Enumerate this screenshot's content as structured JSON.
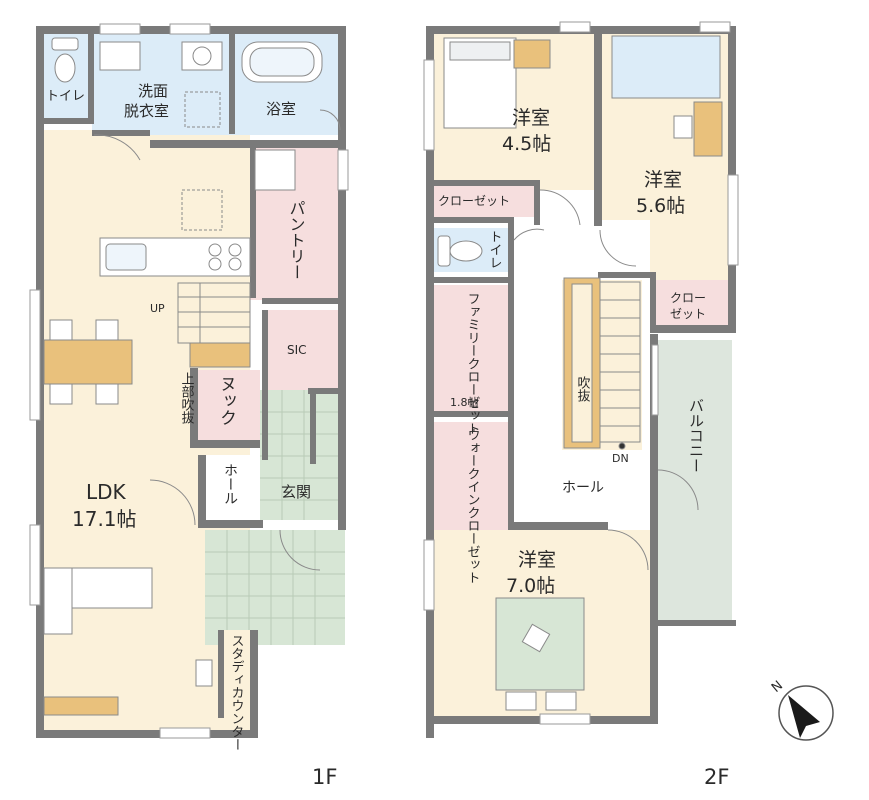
{
  "floors": {
    "first": {
      "label": "1F",
      "rooms": {
        "toilet": "トイレ",
        "washroom": [
          "洗面",
          "脱衣室"
        ],
        "bath": "浴室",
        "pantry": "パントリー",
        "sic": "SIC",
        "nook": "ヌック",
        "void": "上部吹抜",
        "hall": "ホール",
        "entrance": "玄関",
        "ldk": "LDK",
        "ldk_size": "17.1帖",
        "study": "スタディカウンター",
        "stair_up": "UP"
      }
    },
    "second": {
      "label": "2F",
      "rooms": {
        "room_a": "洋室",
        "room_a_size": "4.5帖",
        "room_b": "洋室",
        "room_b_size": "5.6帖",
        "closet_a": "クローゼット",
        "toilet": "トイレ",
        "family_closet": "ファミリークローゼット",
        "family_closet_size": "1.8帖",
        "closet_b": [
          "クロー",
          "ゼット"
        ],
        "void": "吹抜",
        "stair_dn": "DN",
        "hall": "ホール",
        "balcony": "バルコニー",
        "walkin": "ウォークインクローゼット",
        "room_c": "洋室",
        "room_c_size": "7.0帖"
      }
    }
  },
  "compass": {
    "label": "N"
  },
  "colors": {
    "wall": "#7a7a7a",
    "floor_wood": "#fbf1da",
    "wet_area": "#dcecf8",
    "storage": "#f6dede",
    "tile": "#d7e6d5",
    "balcony": "#dde6dd",
    "counter": "#e9c17c"
  }
}
